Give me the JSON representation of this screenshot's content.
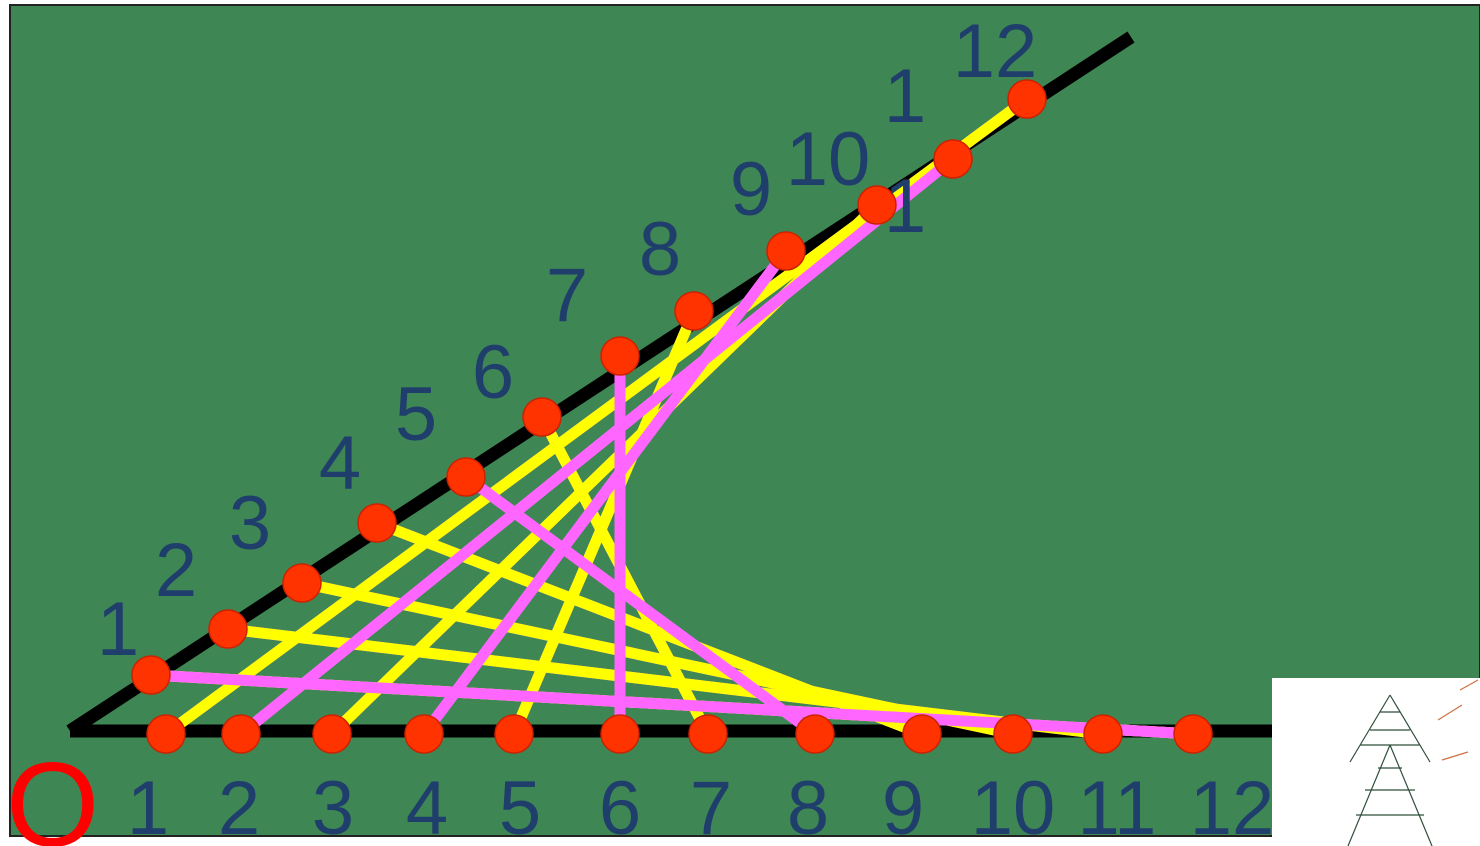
{
  "colors": {
    "board": "#3e8654",
    "axis": "#000000",
    "dot": "#ff3300",
    "dot_stroke": "#cc2200",
    "yellow": "#ffff00",
    "magenta": "#ff66ff",
    "label": "#1f3e6b",
    "origin": "#ff0000"
  },
  "origin_label": "O",
  "bottom_labels": [
    "1",
    "2",
    "3",
    "4",
    "5",
    "6",
    "7",
    "8",
    "9",
    "10",
    "11",
    "12"
  ],
  "diagonal_labels": [
    "1",
    "2",
    "3",
    "4",
    "5",
    "6",
    "7",
    "8",
    "9",
    "10",
    "1",
    "1",
    "12"
  ]
}
